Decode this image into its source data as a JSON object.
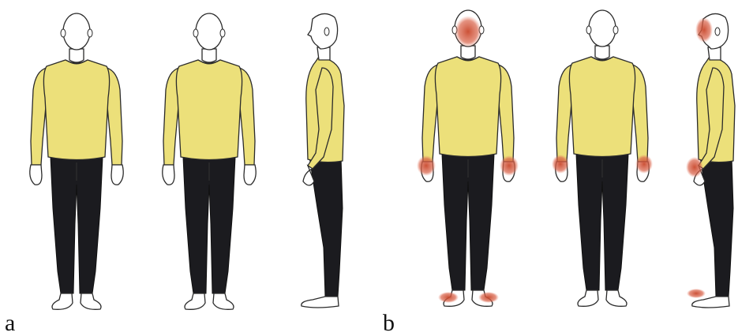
{
  "panels": [
    {
      "label": "a",
      "highlighted_regions": []
    },
    {
      "label": "b",
      "highlighted_regions": [
        "face",
        "hands",
        "feet"
      ]
    }
  ],
  "colors": {
    "shirt": "#ece07a",
    "pants": "#1b1b1f",
    "skin": "#ffffff",
    "outline": "#2b2b2b",
    "highlight": "#c9482c",
    "background": "#ffffff"
  },
  "views": [
    "front",
    "back",
    "side"
  ]
}
